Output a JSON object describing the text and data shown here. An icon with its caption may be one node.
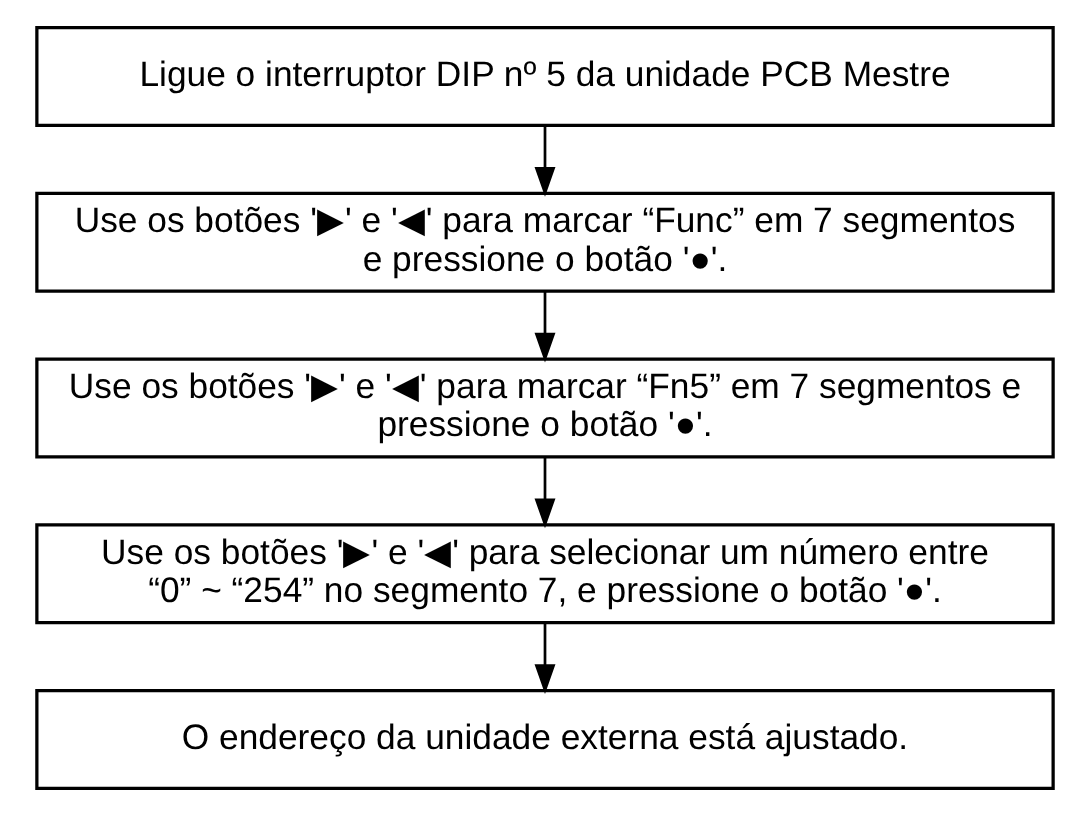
{
  "diagram": {
    "nodes": [
      {
        "text": [
          "Ligue o interruptor DIP nº 5 da unidade PCB Mestre"
        ]
      },
      {
        "text": [
          "Use os botões '▶' e '◀' para marcar “Func” em 7 segmentos e pressione o botão '●'."
        ]
      },
      {
        "text": [
          "Use os botões '▶' e '◀' para marcar “Fn5” em 7 segmentos e pressione o botão '●'."
        ]
      },
      {
        "text": [
          "Use os botões '▶' e '◀' para selecionar um número entre “0” ~ “254” no segmento 7, e pressione o botão '●'."
        ]
      },
      {
        "text": [
          "O endereço da unidade externa está ajustado."
        ]
      }
    ],
    "edges": [
      {
        "from": 0,
        "to": 1,
        "arrow": "to"
      },
      {
        "from": 1,
        "to": 2,
        "arrow": "to"
      },
      {
        "from": 2,
        "to": 3,
        "arrow": "to"
      },
      {
        "from": 3,
        "to": 4,
        "arrow": "to"
      }
    ]
  }
}
